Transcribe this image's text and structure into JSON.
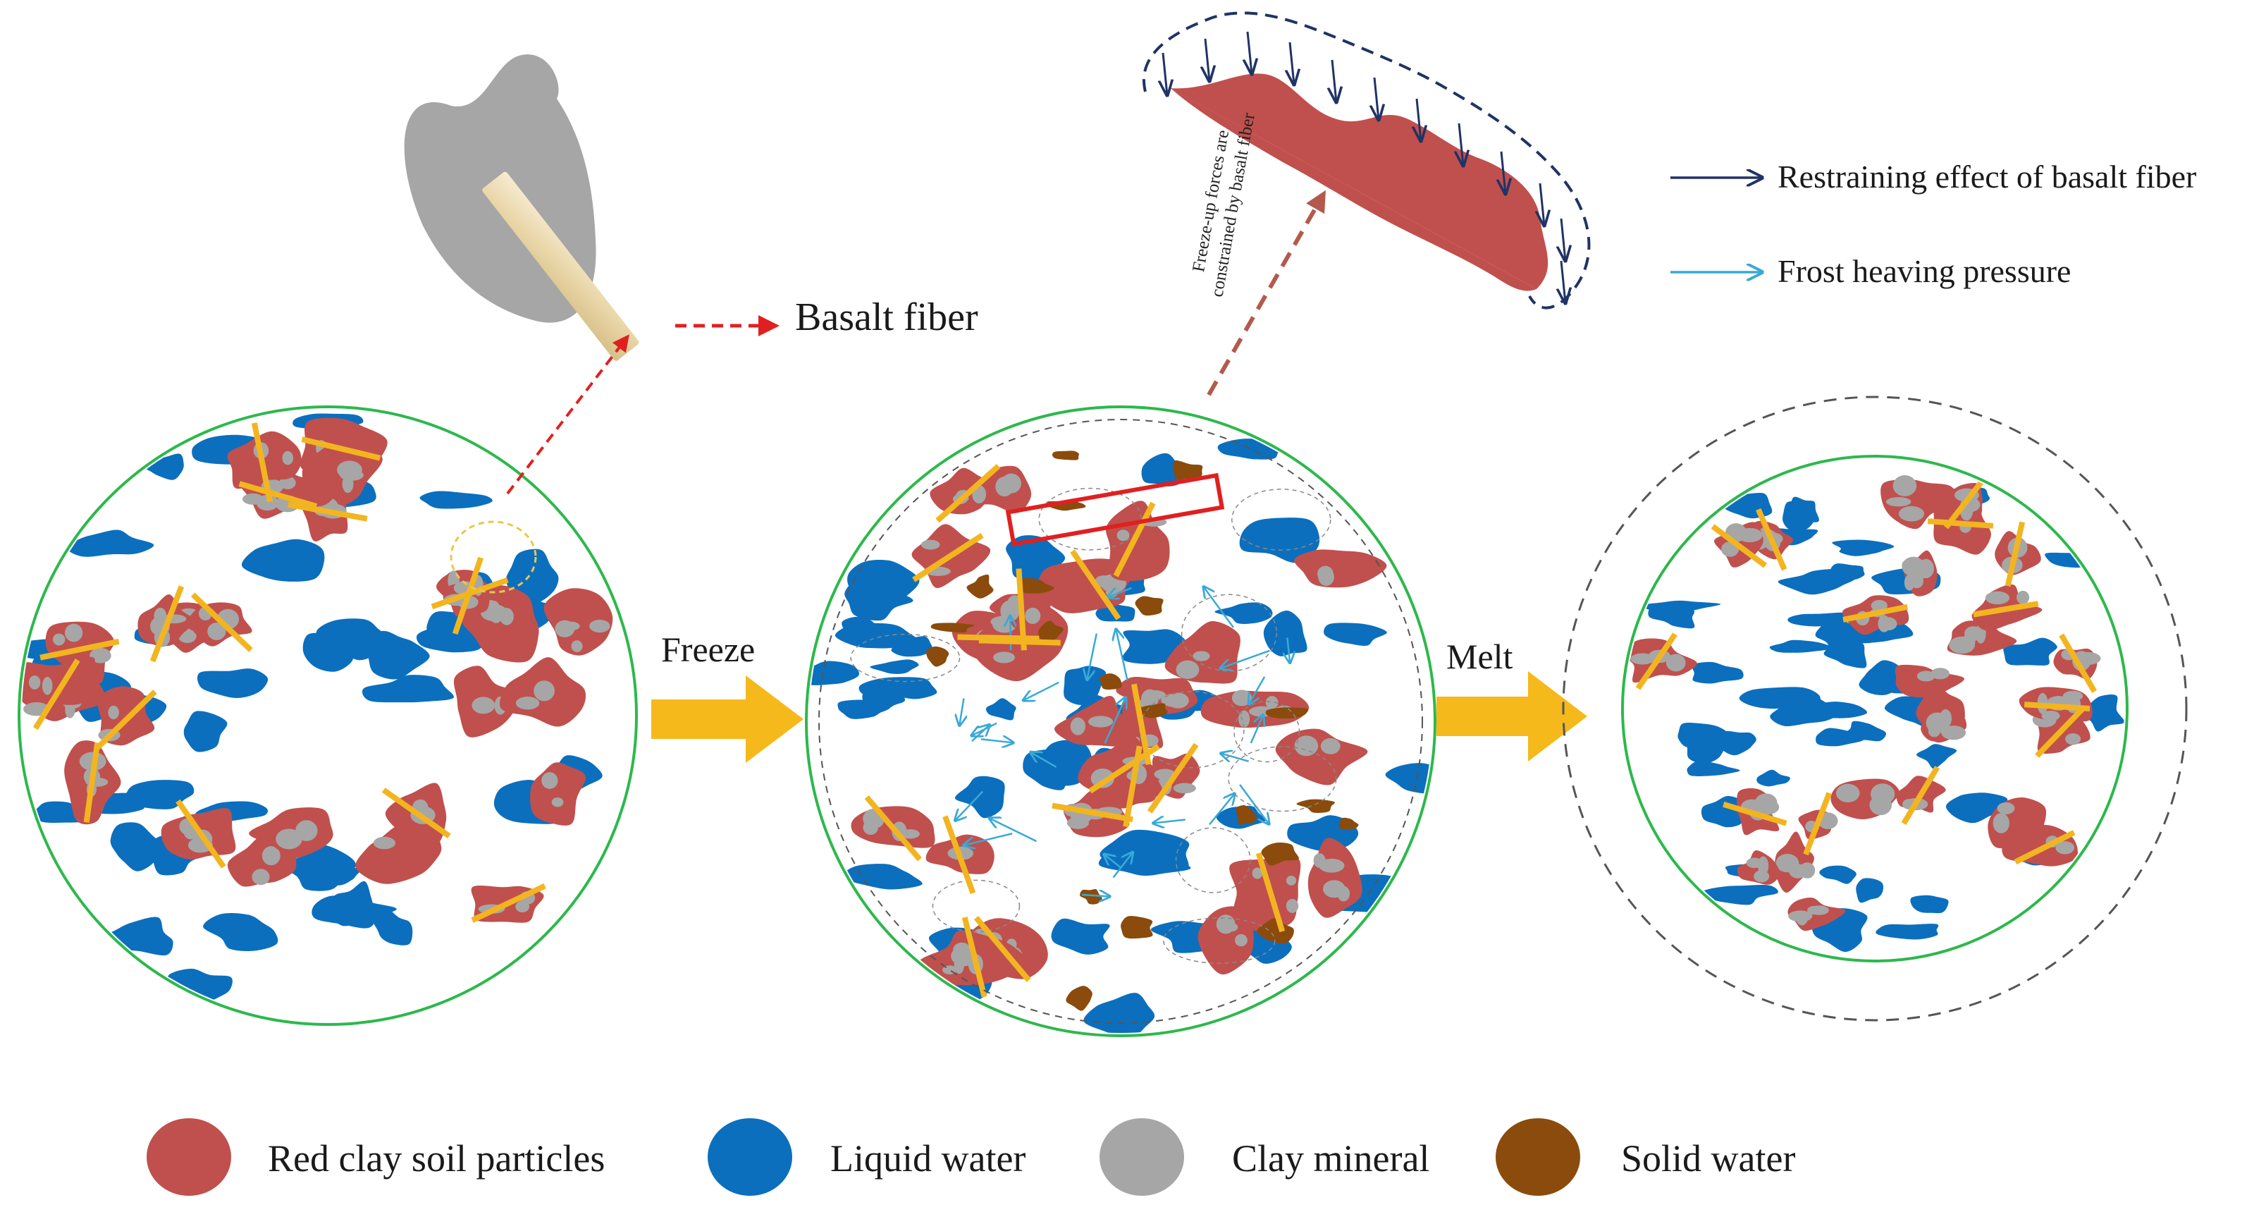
{
  "labels": {
    "basalt_fiber": "Basalt fiber",
    "freeze": "Freeze",
    "melt": "Melt",
    "annotation_line1": "Freeze-up forces are",
    "annotation_line2": "constrained by basalt fiber"
  },
  "arrow_legend": [
    {
      "text": "Restraining effect of basalt fiber",
      "color": "#1f3366"
    },
    {
      "text": "Frost heaving pressure",
      "color": "#39a9d6"
    }
  ],
  "material_legend": [
    {
      "text": "Red clay soil particles",
      "color": "#c0504d"
    },
    {
      "text": "Liquid water",
      "color": "#0b6fbe"
    },
    {
      "text": "Clay mineral",
      "color": "#a6a6a6"
    },
    {
      "text": "Solid water",
      "color": "#8a4b0c"
    }
  ],
  "colors": {
    "sample_outline": "#2db84c",
    "fiber": "#f2b520",
    "process_arrow": "#f6b91b",
    "fiber_pointer": "#e02020",
    "frozen_boundary": "#555555",
    "highlight_box": "#e02020"
  }
}
